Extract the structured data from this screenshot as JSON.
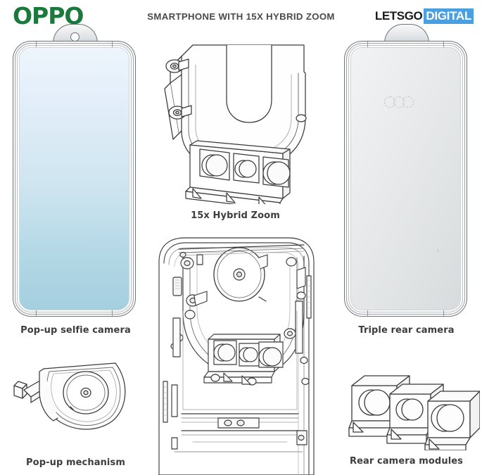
{
  "header": {
    "brand_logo": "OPPO",
    "brand_color": "#1a7a3c",
    "title": "SMARTPHONE WITH 15X HYBRID ZOOM",
    "watermark": {
      "part_one": "LETSGO",
      "part_two": "DIGITAL",
      "highlight_color": "#4a9fe0",
      "text_color": "#1b1b1b"
    }
  },
  "figures": [
    {
      "id": "pop-up-selfie-camera",
      "caption": "Pop-up selfie camera",
      "view": "front",
      "screen_gradient_top": "#eef5fd",
      "screen_gradient_bottom": "#a4cfdf"
    },
    {
      "id": "15x-hybrid-zoom",
      "caption": "15x Hybrid Zoom",
      "view": "camera-bracket",
      "lens_count": 3
    },
    {
      "id": "triple-rear-camera",
      "caption": "Triple rear camera",
      "view": "rear",
      "panel_color": "#e8eaeb",
      "lens_count": 3
    },
    {
      "id": "pop-up-mechanism",
      "caption": "Pop-up mechanism",
      "view": "module-isometric"
    },
    {
      "id": "internal-frame-assembly",
      "caption": "",
      "view": "exploded-internal-frame"
    },
    {
      "id": "rear-camera-modules",
      "caption": "Rear camera modules",
      "view": "modules-isometric",
      "module_count": 3
    }
  ],
  "line_art": {
    "stroke_color": "#3a3a3a",
    "background": "#ffffff"
  }
}
